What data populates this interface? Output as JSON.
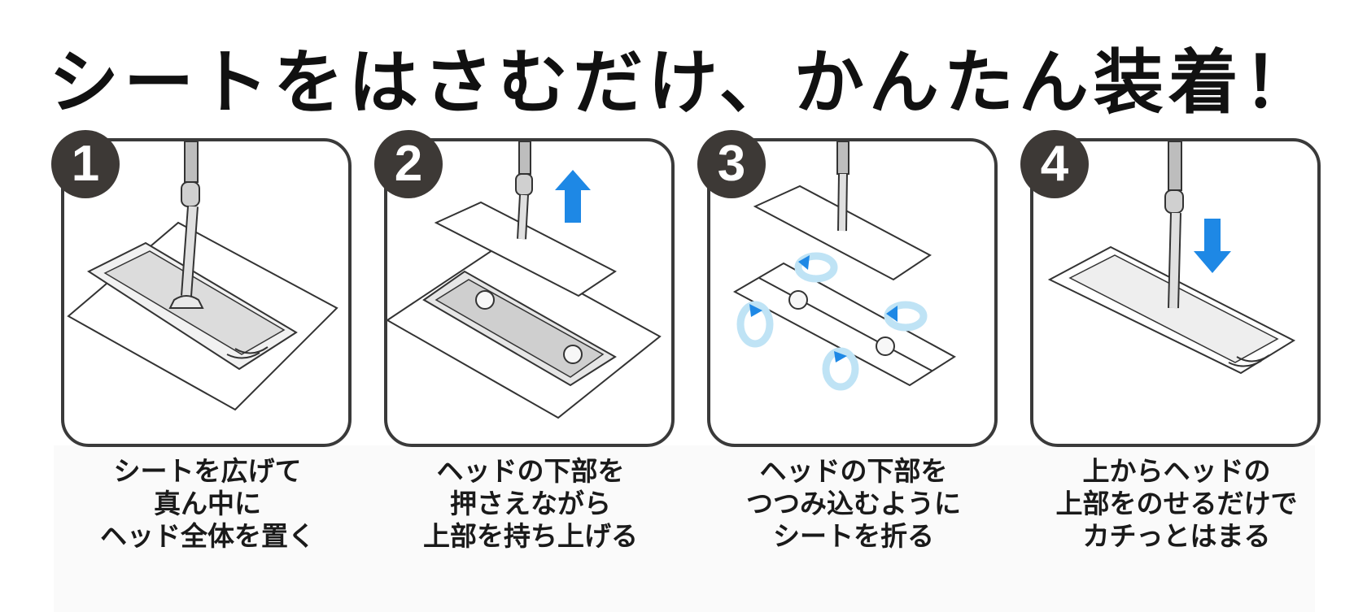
{
  "title": "シートをはさむだけ、かんたん装着！",
  "steps": [
    {
      "number": "1",
      "caption": [
        "シートを広げて",
        "真ん中に",
        "ヘッド全体を置く"
      ]
    },
    {
      "number": "2",
      "caption": [
        "ヘッドの下部を",
        "押さえながら",
        "上部を持ち上げる"
      ]
    },
    {
      "number": "3",
      "caption": [
        "ヘッドの下部を",
        "つつみ込むように",
        "シートを折る"
      ]
    },
    {
      "number": "4",
      "caption": [
        "上からヘッドの",
        "上部をのせるだけで",
        "カチっとはまる"
      ]
    }
  ],
  "colors": {
    "border": "#3a3a3a",
    "badge": "#3d3936",
    "arrow_blue": "#1e88e5",
    "arrow_light": "#bfe3f5"
  },
  "icons": [
    "up-arrow-icon",
    "down-arrow-icon",
    "fold-arrow-icon"
  ]
}
